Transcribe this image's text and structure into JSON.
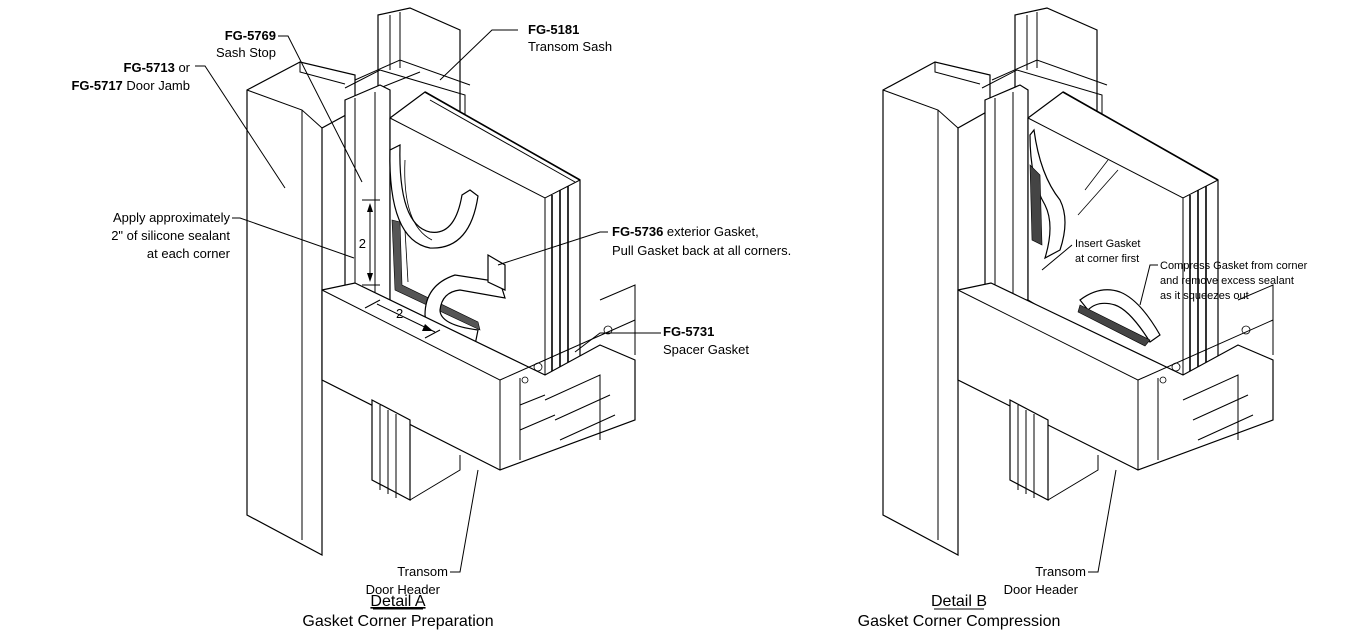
{
  "detail_a": {
    "caption_title": "Detail A",
    "caption_sub": "Gasket Corner Preparation",
    "callouts": {
      "sash_stop_code": "FG-5769",
      "sash_stop_text": "Sash Stop",
      "jamb_code1": "FG-5713",
      "jamb_or": " or",
      "jamb_code2": "FG-5717",
      "jamb_text": " Door Jamb",
      "transom_sash_code": "FG-5181",
      "transom_sash_text": "Transom Sash",
      "sealant_line1": "Apply approximately",
      "sealant_line2": "2\" of silicone sealant",
      "sealant_line3": "at each corner",
      "ext_gasket_code": "FG-5736",
      "ext_gasket_text": " exterior Gasket,",
      "ext_gasket_line2": "Pull Gasket back at all corners.",
      "spacer_code": "FG-5731",
      "spacer_text": "Spacer Gasket",
      "header_line1": "Transom",
      "header_line2": "Door Header",
      "dim_vertical": "2",
      "dim_horizontal": "2"
    }
  },
  "detail_b": {
    "caption_title": "Detail B",
    "caption_sub": "Gasket Corner Compression",
    "callouts": {
      "insert_line1": "Insert Gasket",
      "insert_line2": "at corner first",
      "compress_line1": "Compress Gasket from corner",
      "compress_line2": "and remove excess sealant",
      "compress_line3": "as it squeezes out",
      "header_line1": "Transom",
      "header_line2": "Door Header"
    }
  }
}
